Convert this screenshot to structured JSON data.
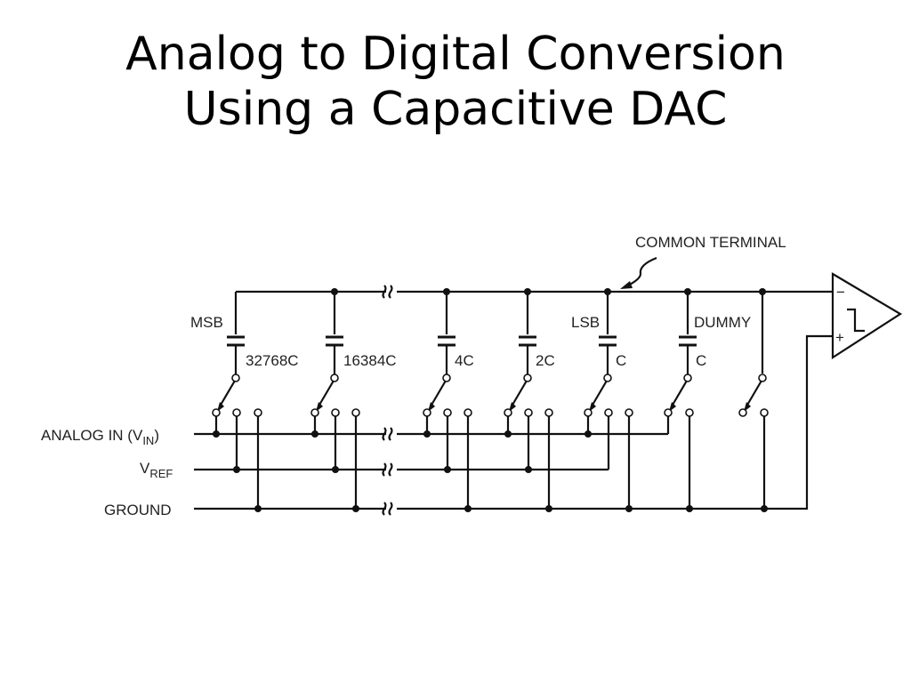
{
  "slide": {
    "title_line1": "Analog to Digital Conversion",
    "title_line2": "Using a Capacitive DAC"
  },
  "diagram": {
    "common_terminal": "COMMON TERMINAL",
    "msb": "MSB",
    "lsb": "LSB",
    "dummy": "DUMMY",
    "capacitors": [
      "32768C",
      "16384C",
      "4C",
      "2C",
      "C",
      "C"
    ],
    "analog_in": "ANALOG IN (V",
    "analog_in_sub": "IN",
    "analog_in_close": ")",
    "vref": "V",
    "vref_sub": "REF",
    "ground": "GROUND",
    "comp_minus": "−",
    "comp_plus": "+"
  }
}
